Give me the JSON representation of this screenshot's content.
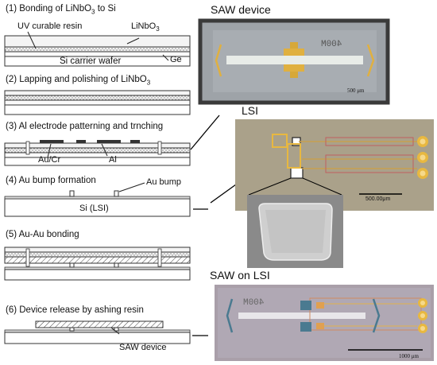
{
  "steps": {
    "s1": {
      "prefix": "(1) Bonding of LiNbO",
      "sub": "3",
      "mid": " to Si"
    },
    "s2": {
      "prefix": "(2) Lapping and polishing of LiNbO",
      "sub": "3"
    },
    "s3": "(3) Al electrode patterning and trnching",
    "s4": "(4) Au bump formation",
    "s5": "(5) Au-Au bonding",
    "s6": "(6) Device release by ashing resin"
  },
  "labels": {
    "uv_resin": "UV curable resin",
    "linbo3": {
      "main": "LiNbO",
      "sub": "3"
    },
    "si_carrier": "Si  carrier wafer",
    "ge": "Ge",
    "au_cr": "Au/Cr",
    "al": "Al",
    "au_bump": "Au bump",
    "si_lsi": "Si (LSI)",
    "saw_device_small": "SAW device"
  },
  "photos": {
    "saw_device": {
      "title": "SAW device",
      "scale": "500 μm",
      "chip_text": "400M"
    },
    "lsi": {
      "title": "LSI",
      "scale": "500.00μm"
    },
    "saw_on_lsi": {
      "title": "SAW on LSI",
      "scale": "1000 μm",
      "chip_text": "400M"
    }
  },
  "colors": {
    "layer_fill": "#e8e8e8",
    "gold": "#e0b040",
    "photo_gray": "#9fa3a8",
    "lsi_bg": "#a8a08a"
  }
}
